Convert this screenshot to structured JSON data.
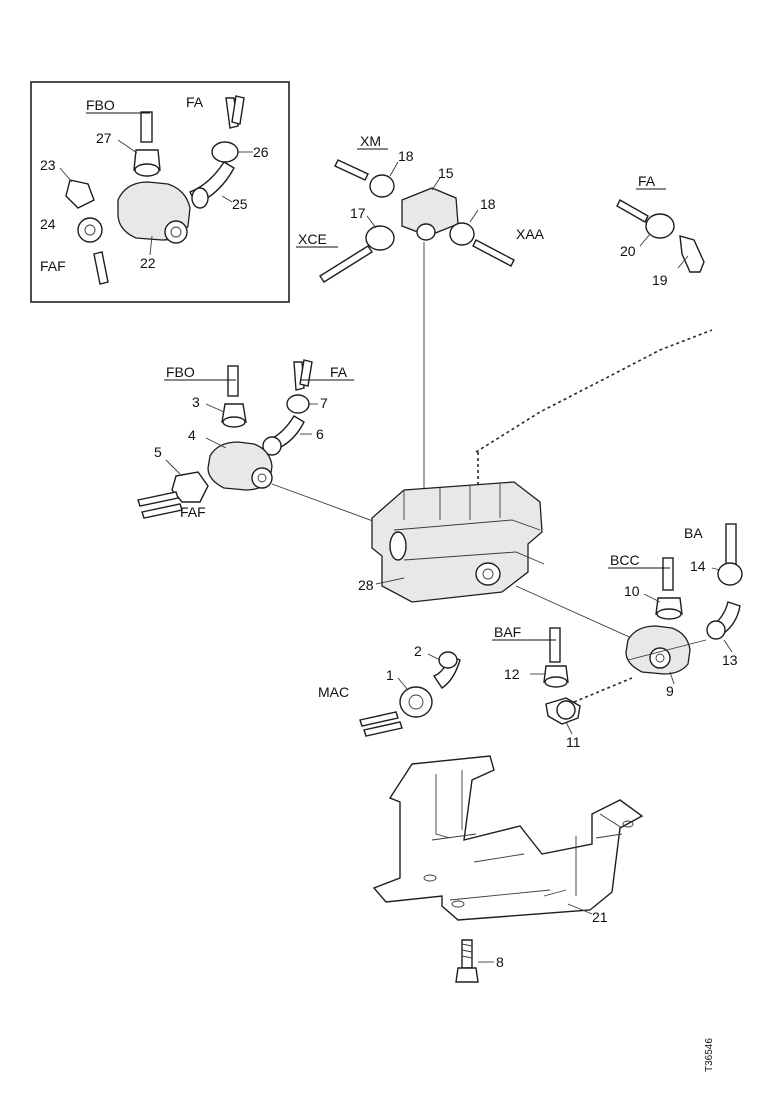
{
  "diagram": {
    "drawing_code": "T36546",
    "inset_labels": {
      "fbo": "FBO",
      "fa": "FA",
      "faf": "FAF",
      "p27": "27",
      "p26": "26",
      "p23": "23",
      "p25": "25",
      "p24": "24",
      "p22": "22"
    },
    "labels": {
      "xm": "XM",
      "xce": "XCE",
      "xaa": "XAA",
      "fa_right": "FA",
      "fbo": "FBO",
      "fa": "FA",
      "faf": "FAF",
      "ba": "BA",
      "bcc": "BCC",
      "baf": "BAF",
      "mac": "MAC",
      "p18a": "18",
      "p15": "15",
      "p18b": "18",
      "p17": "17",
      "p20": "20",
      "p19": "19",
      "p3": "3",
      "p7": "7",
      "p4": "4",
      "p6": "6",
      "p5": "5",
      "p28": "28",
      "p14": "14",
      "p10": "10",
      "p13": "13",
      "p12": "12",
      "p9": "9",
      "p11": "11",
      "p1": "1",
      "p2": "2",
      "p21": "21",
      "p8": "8"
    }
  }
}
